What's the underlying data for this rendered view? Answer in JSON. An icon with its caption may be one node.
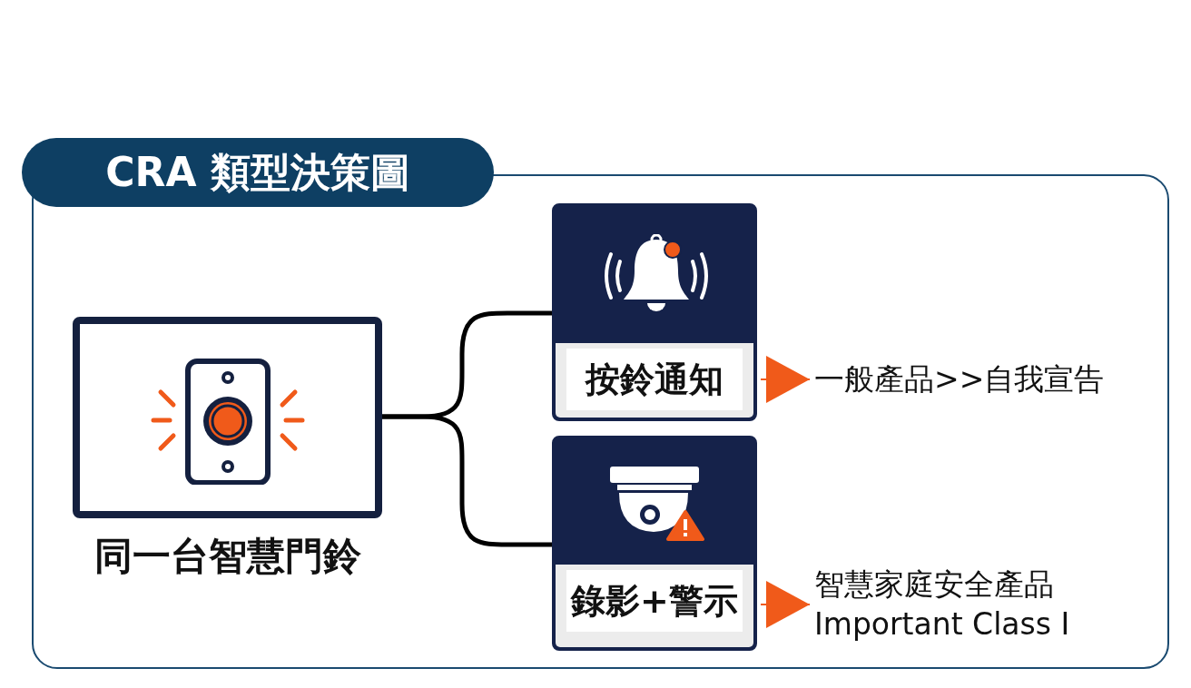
{
  "diagram": {
    "title": "CRA 類型決策圖",
    "nodes": [
      {
        "text": [
          "同一台智慧門鈴"
        ]
      },
      {
        "text": [
          "按鈴通知"
        ]
      },
      {
        "text": [
          "錄影+警示"
        ]
      },
      {
        "text": [
          "一般產品>>自我宣告"
        ]
      },
      {
        "text": [
          "智慧家庭安全產品",
          "Important Class I"
        ]
      }
    ],
    "edges": [
      {
        "from": 0,
        "to": 1,
        "arrow": "none",
        "style": "thick"
      },
      {
        "from": 0,
        "to": 2,
        "arrow": "none",
        "style": "thick"
      },
      {
        "from": 1,
        "to": 3,
        "arrow": "to",
        "color": "#f05a1a"
      },
      {
        "from": 2,
        "to": 4,
        "arrow": "to",
        "color": "#f05a1a"
      }
    ]
  }
}
